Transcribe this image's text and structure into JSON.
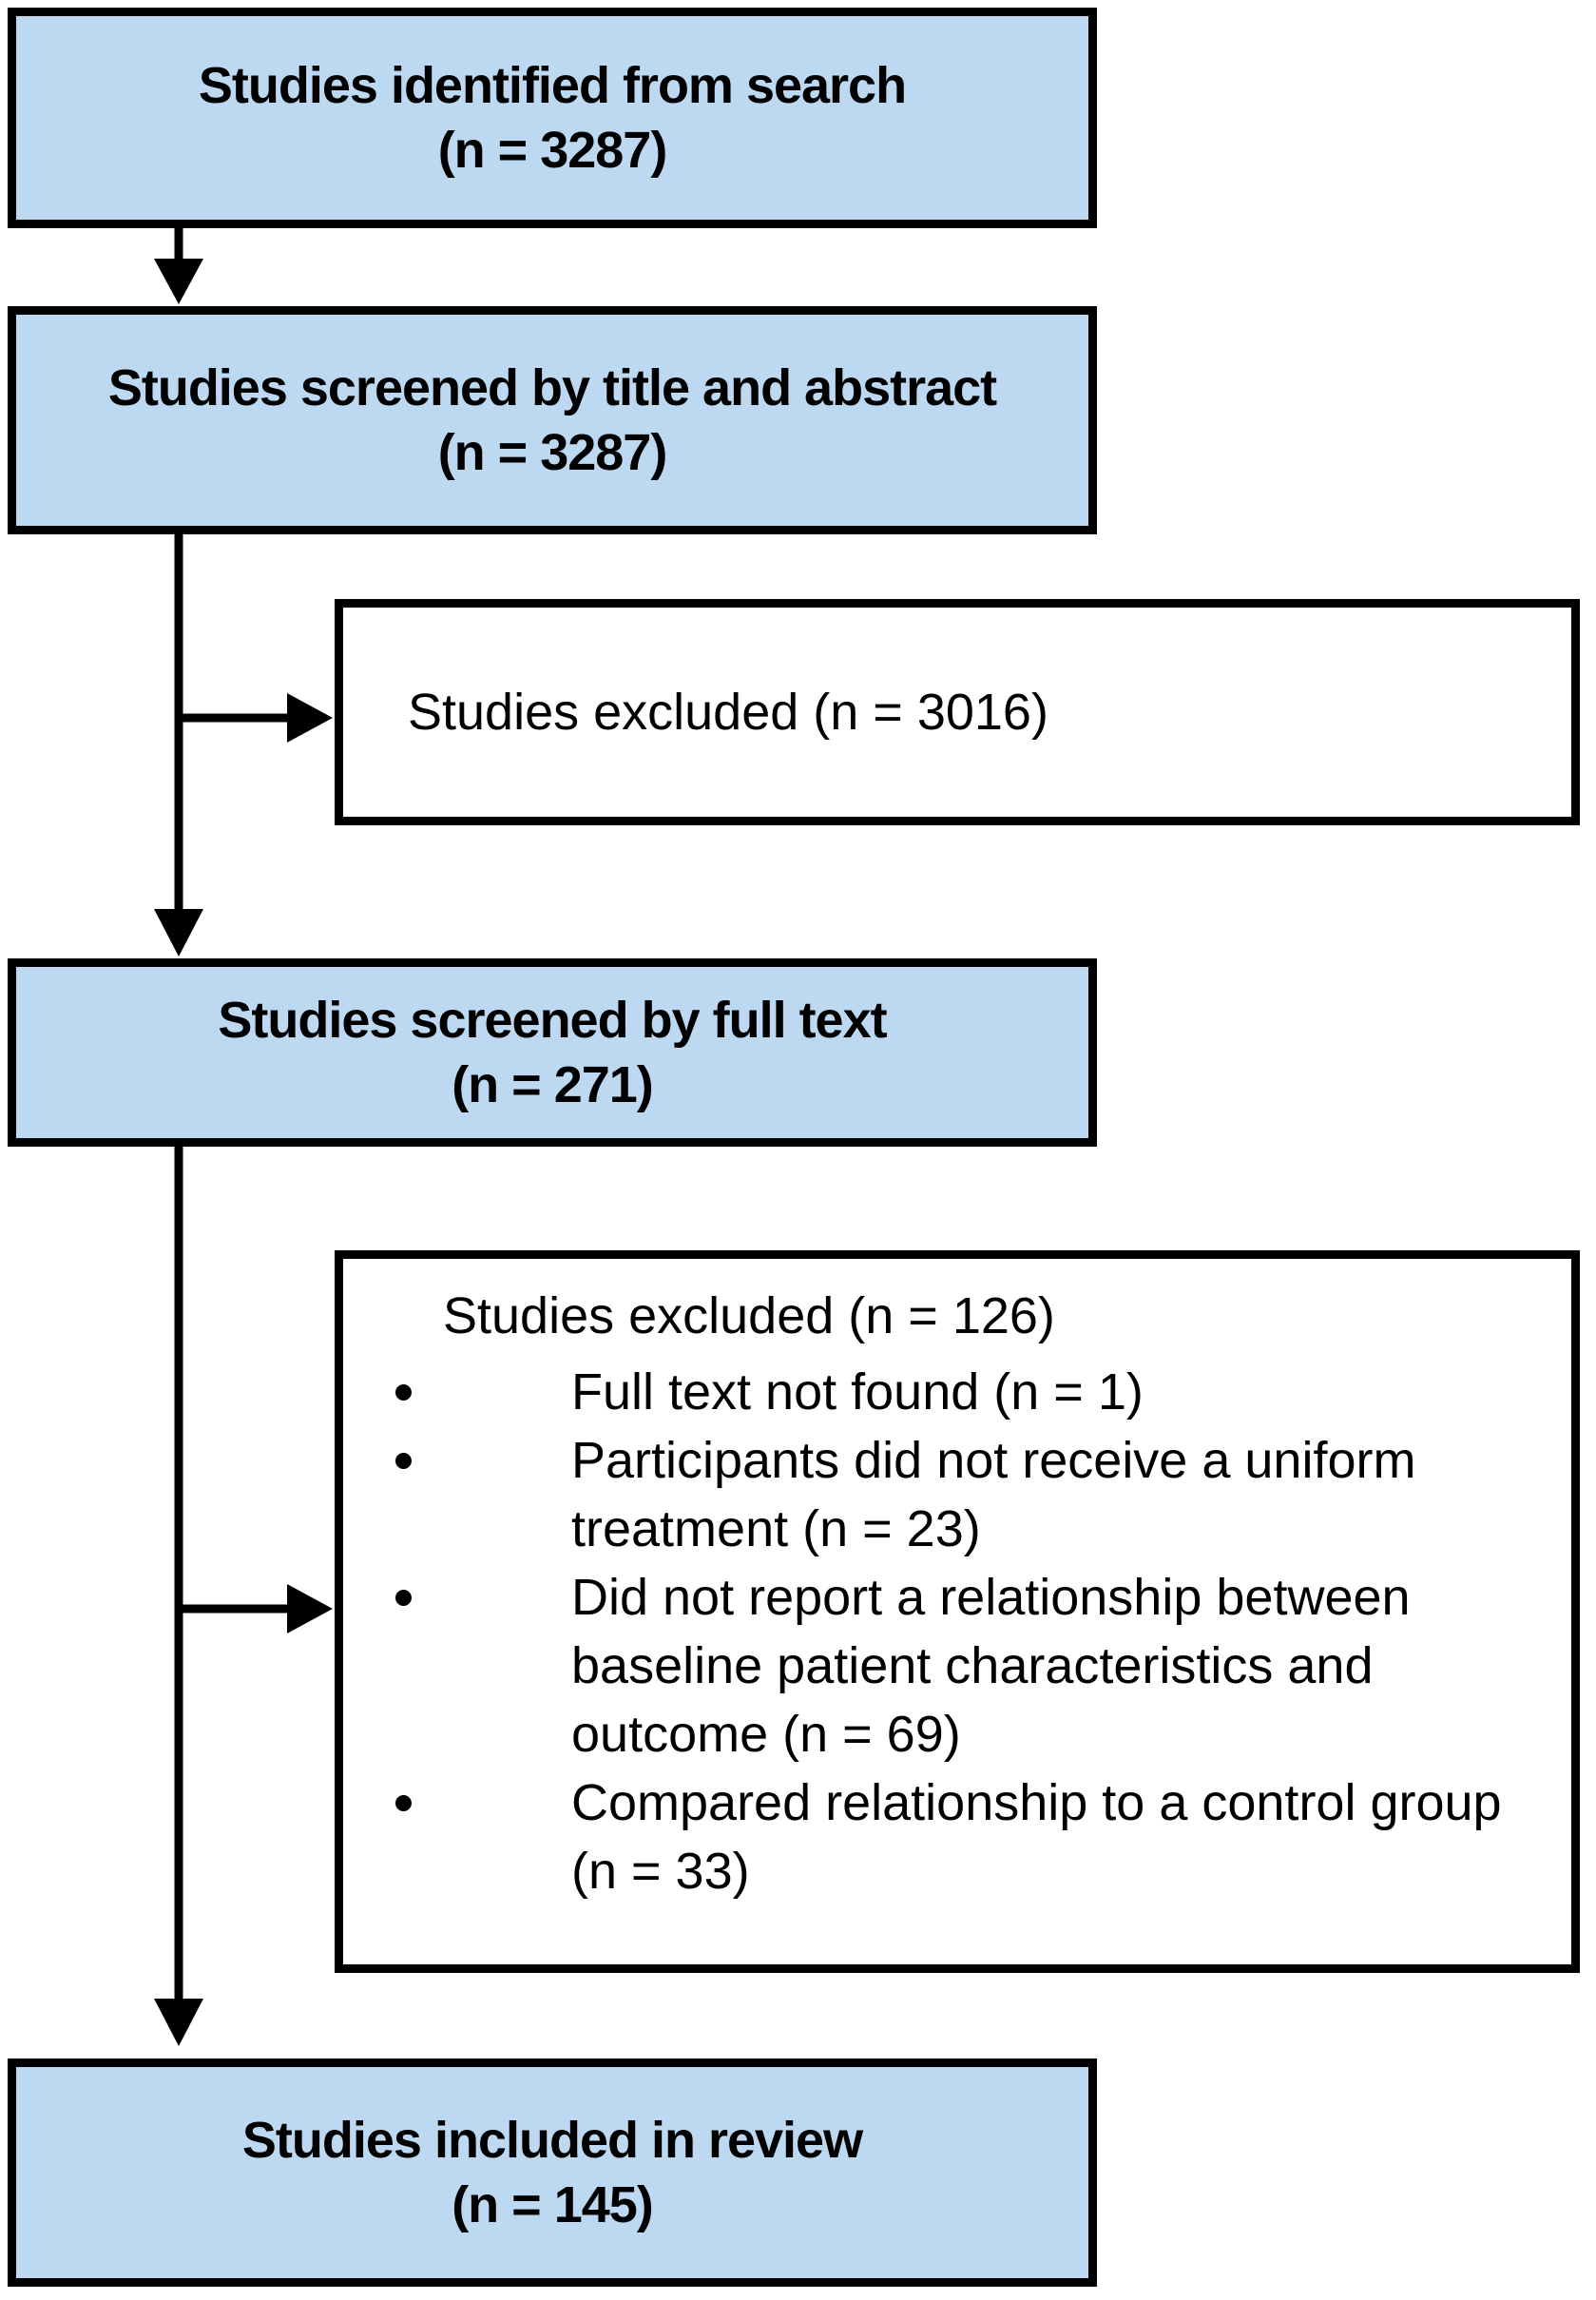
{
  "diagram": {
    "title": "Study selection flowchart",
    "colors": {
      "node_fill_blue": "#BDD9F2",
      "node_fill_white": "#FFFFFF",
      "border": "#000000",
      "text": "#000000"
    },
    "nodes": {
      "identified": {
        "label": "Studies identified from search",
        "count": "(n = 3287)"
      },
      "screened_title_abstract": {
        "label": "Studies screened by title and abstract",
        "count": "(n = 3287)"
      },
      "excluded_title_abstract": {
        "label": "Studies excluded (n = 3016)"
      },
      "screened_full_text": {
        "label": "Studies screened by full text",
        "count": "(n = 271)"
      },
      "excluded_full_text": {
        "heading": "Studies excluded (n = 126)",
        "bullets": [
          "Full text not found (n = 1)",
          "Participants did not receive a uniform treatment (n = 23)",
          "Did not report a relationship between baseline patient characteristics and outcome (n = 69)",
          "Compared relationship to a control group (n = 33)"
        ]
      },
      "included": {
        "label": "Studies included in review",
        "count": "(n = 145)"
      }
    }
  }
}
